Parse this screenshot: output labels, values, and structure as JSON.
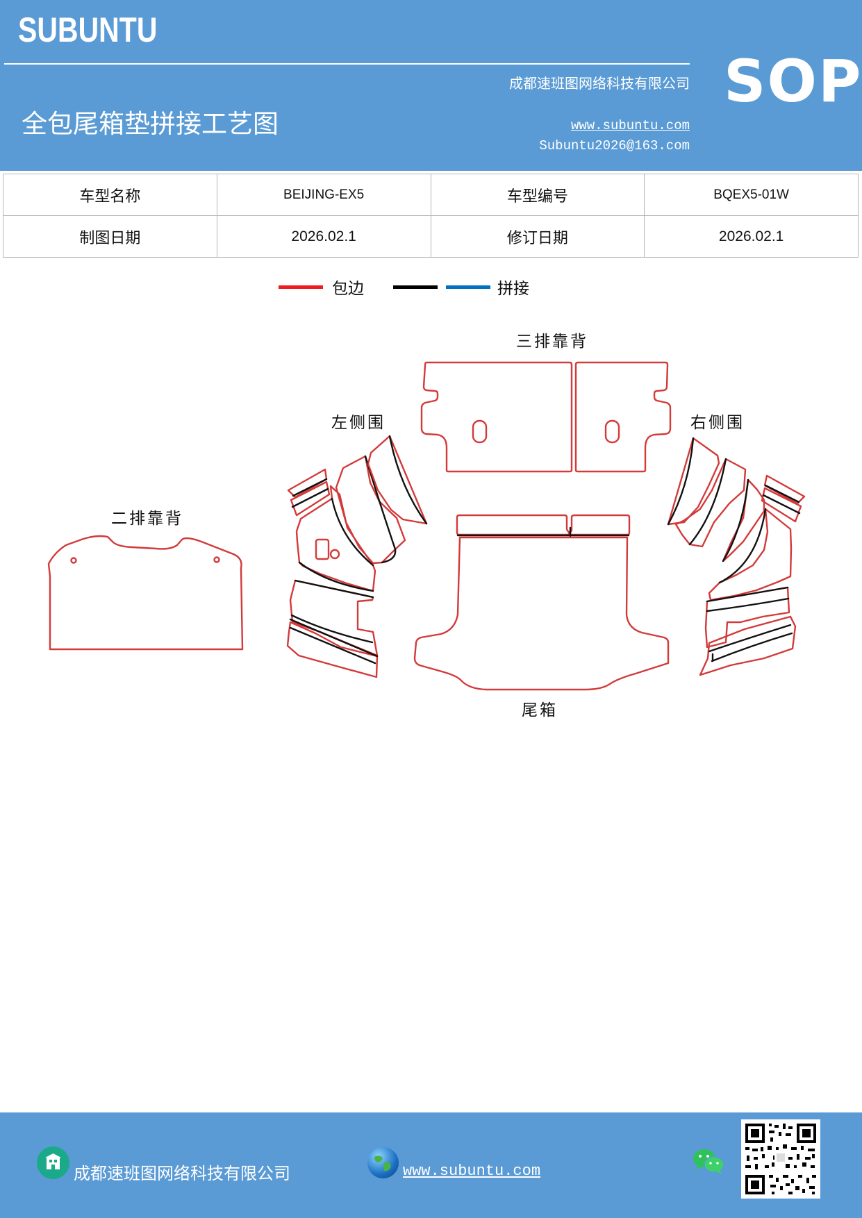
{
  "header": {
    "brand": "SUBUNTU",
    "company": "成都速班图网络科技有限公司",
    "title": "全包尾箱垫拼接工艺图",
    "website": "www.subuntu.com",
    "email": "Subuntu2026@163.com",
    "badge": "SOP"
  },
  "info_table": {
    "rows": [
      {
        "label1": "车型名称",
        "value1": "BEIJING-EX5",
        "label2": "车型编号",
        "value2": "BQEX5-01W"
      },
      {
        "label1": "制图日期",
        "value1": "2026.02.1",
        "label2": "修订日期",
        "value2": "2026.02.1"
      }
    ]
  },
  "legend": {
    "items": [
      {
        "label": "包边",
        "colors": [
          "#ee1c1c"
        ]
      },
      {
        "label": "拼接",
        "colors": [
          "#000000",
          "#0070c0"
        ]
      }
    ]
  },
  "parts": {
    "third_row_back": "三排靠背",
    "left_side": "左侧围",
    "right_side": "右侧围",
    "second_row_back": "二排靠背",
    "trunk": "尾箱"
  },
  "colors": {
    "header_bg": "#5b9bd5",
    "edge": "#d33a3a",
    "seam": "#111111"
  },
  "footer": {
    "company": "成都速班图网络科技有限公司",
    "website": "www.subuntu.com "
  }
}
